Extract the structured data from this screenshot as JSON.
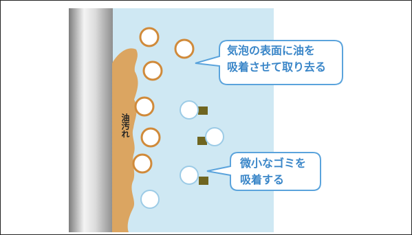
{
  "labels": {
    "oil_stain": "油汚れ",
    "callout_oil_line1": "気泡の表面に油を",
    "callout_oil_line2": "吸着させて取り去る",
    "callout_dust_line1": "微小なゴミを",
    "callout_dust_line2": "吸着する"
  },
  "colors": {
    "water": "#cfe8f3",
    "oil": "#dba561",
    "bubble_oil_ring": "#d08a3a",
    "bubble_clean_ring": "#9ccbe6",
    "dust": "#6f6520",
    "callout_border": "#5aa3dc",
    "callout_text": "#3a86c8",
    "wall_dark": "#8a8a8a",
    "wall_light": "#f2f2f2"
  }
}
